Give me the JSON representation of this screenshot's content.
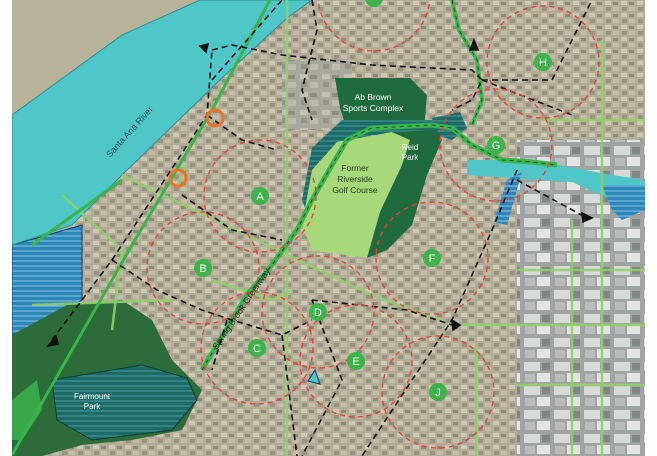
{
  "map": {
    "river_label": "Santa Ana River",
    "greenway_label": "Spring Brook Greenway",
    "places": {
      "ab_brown": [
        "Ab Brown",
        "Sports Complex"
      ],
      "golf_course": [
        "Former",
        "Riverside",
        "Golf Course"
      ],
      "reid_park": [
        "Reid",
        "Park"
      ],
      "fairmount_park": [
        "Fairmount",
        "Park"
      ]
    },
    "zones": [
      "A",
      "B",
      "C",
      "D",
      "E",
      "F",
      "G",
      "H",
      "J"
    ],
    "colors": {
      "river": "#4fc6c8",
      "greenway": "#39b54a",
      "park_dark": "#1f6b3e",
      "golf": "#a8d87a",
      "zone_marker": "#3cb44b",
      "zone_circle": "#e8413b",
      "trail_dashed": "#111111",
      "access_marker": "#e8742a",
      "water_hatch": "#2f86b9"
    },
    "icons": [
      "north-arrow-icon"
    ]
  }
}
